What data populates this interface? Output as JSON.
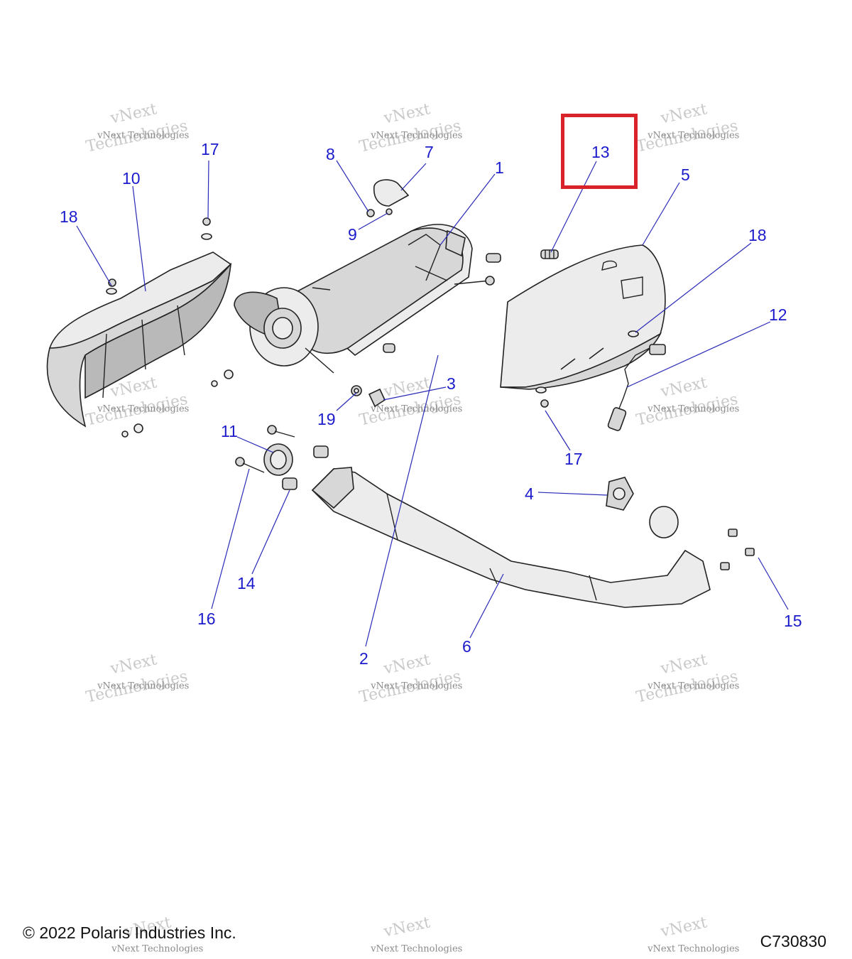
{
  "callouts": {
    "c1": "1",
    "c2": "2",
    "c3": "3",
    "c4": "4",
    "c5": "5",
    "c6": "6",
    "c7": "7",
    "c8": "8",
    "c9": "9",
    "c10": "10",
    "c11": "11",
    "c12": "12",
    "c13": "13",
    "c14": "14",
    "c15": "15",
    "c16": "16",
    "c17a": "17",
    "c17b": "17",
    "c18a": "18",
    "c18b": "18",
    "c19": "19"
  },
  "watermark": {
    "line1": "vNext Technologies",
    "line2": "Technologies",
    "line3": "vNext"
  },
  "footer": {
    "copyright": "© 2022 Polaris Industries Inc.",
    "figure_code": "C730830"
  },
  "colors": {
    "callout": "#1b1bcc",
    "highlight": "#d9232a"
  }
}
